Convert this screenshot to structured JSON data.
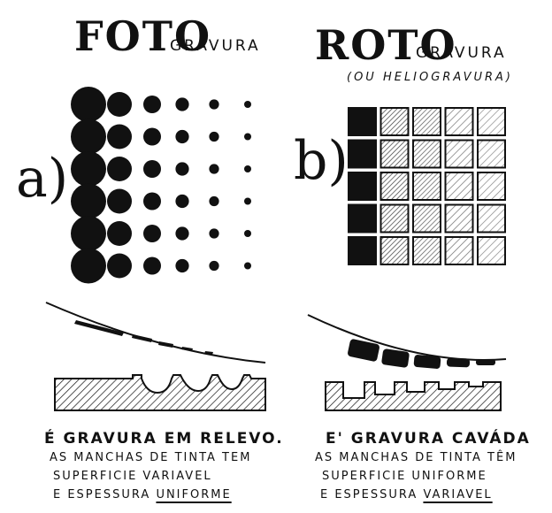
{
  "left": {
    "title_big": "FOTO",
    "title_small": "GRAVURA",
    "panel_label": "a)",
    "caption": {
      "main": "É GRAVURA EM RELEVO.",
      "line1": "AS MANCHAS DE TINTA TEM",
      "line2": "SUPERFICIE VARIAVEL",
      "line3_prefix": "E ESPESSURA",
      "line3_emph": "UNIFORME"
    }
  },
  "right": {
    "title_big": "ROTO",
    "title_small": "GRAVURA",
    "subtitle": "(OU HELIOGRAVURA)",
    "panel_label": "b)",
    "caption": {
      "main": "E' GRAVURA CAVÁDA",
      "line1": "AS MANCHAS DE TINTA TÊM",
      "line2": "SUPERFICIE UNIFORME",
      "line3_prefix": "E ESPESSURA",
      "line3_emph": "VARIAVEL"
    }
  },
  "colors": {
    "ink": "#111111",
    "paper": "#ffffff"
  },
  "halftone_dot_levels": [
    1.0,
    0.7,
    0.5,
    0.38,
    0.28,
    0.2
  ],
  "gravure_tone_levels": [
    1.0,
    0.75,
    0.55,
    0.38,
    0.22
  ]
}
